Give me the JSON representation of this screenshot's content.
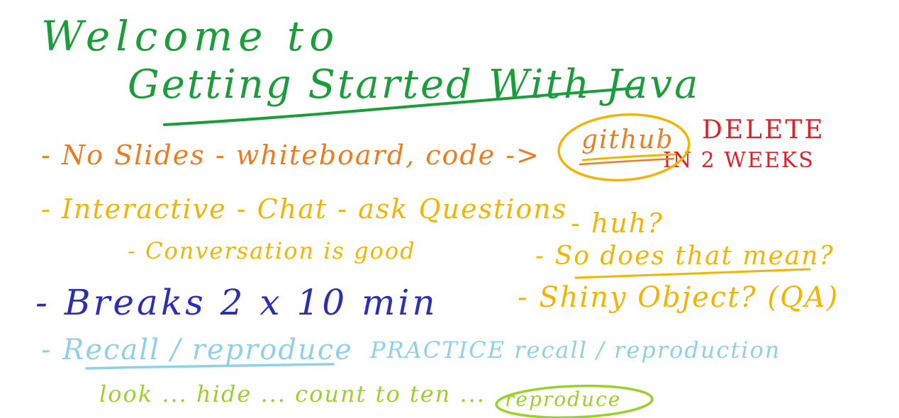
{
  "colors": {
    "green": "#1a9e3a",
    "orange": "#f07b1e",
    "red": "#e21f26",
    "yellow": "#f4b400",
    "blue": "#2b2fb8",
    "lightblue": "#8fd0ea",
    "lime": "#9bd227"
  },
  "heading": {
    "line1": "Welcome to",
    "line2": "Getting Started With Java"
  },
  "notes": {
    "no_slides": "- No Slides - whiteboard, code ->",
    "github": "github",
    "delete_line1": "DELETE",
    "delete_line2": "IN 2 WEEKS",
    "interactive": "- Interactive - Chat - ask Questions",
    "conversation": "- Conversation is good",
    "huh": "- huh?",
    "so_what": "- So does that mean?",
    "shiny": "- Shiny Object? (QA)",
    "breaks": "- Breaks  2 x 10 min",
    "recall": "- Recall / reproduce",
    "practice": "PRACTICE recall / reproduction",
    "look": "look ... hide ... count to ten ...",
    "reproduce": "reproduce"
  }
}
